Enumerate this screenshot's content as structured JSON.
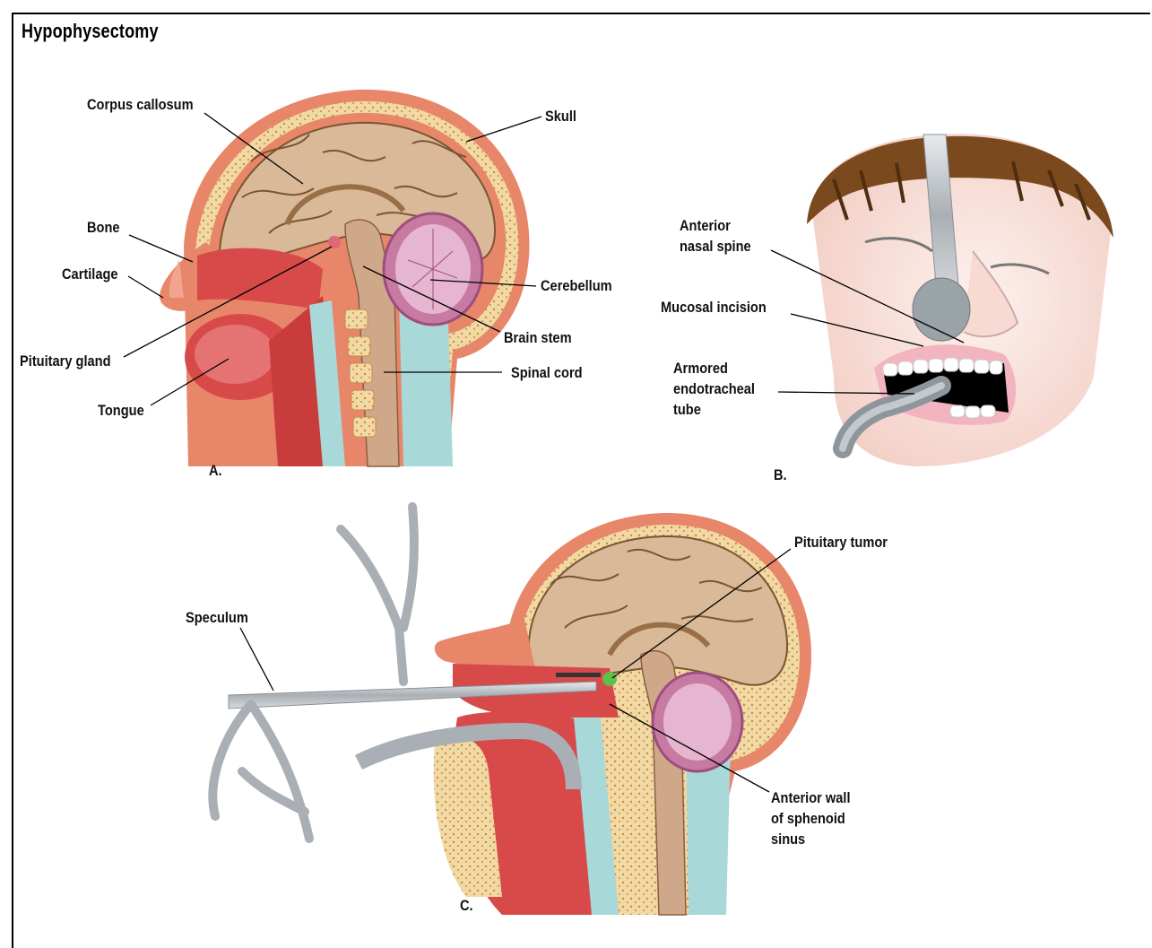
{
  "title": "Hypophysectomy",
  "panels": {
    "a": {
      "label": "A.",
      "labels": {
        "corpus_callosum": "Corpus callosum",
        "skull": "Skull",
        "bone": "Bone",
        "cartilage": "Cartilage",
        "cerebellum": "Cerebellum",
        "brain_stem": "Brain stem",
        "pituitary_gland": "Pituitary gland",
        "spinal_cord": "Spinal cord",
        "tongue": "Tongue"
      }
    },
    "b": {
      "label": "B.",
      "labels": {
        "anterior_nasal_spine": "Anterior\nnasal spine",
        "mucosal_incision": "Mucosal incision",
        "armored_tube": "Armored\nendotracheal\ntube"
      }
    },
    "c": {
      "label": "C.",
      "labels": {
        "pituitary_tumor": "Pituitary tumor",
        "speculum": "Speculum",
        "anterior_wall": "Anterior wall\nof sphenoid\nsinus"
      }
    }
  },
  "colors": {
    "skull_outer": "#e8866a",
    "bone_marrow": "#f1d9a4",
    "brain": "#d9b998",
    "brain_line": "#7a5532",
    "cerebellum": "#c77ba3",
    "spinal": "#cfa88a",
    "csf": "#a8d8d8",
    "tissue_red": "#d84a4a",
    "skin": "#fbe5e0",
    "hair": "#7a4a1e",
    "metal": "#b9bec2",
    "tumor": "#5fbf4a"
  }
}
